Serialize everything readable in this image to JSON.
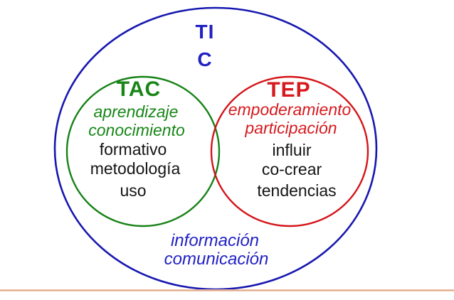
{
  "diagram": {
    "type": "venn",
    "description": "TIC TAC TEP Venn diagram"
  },
  "colors": {
    "blue": "#1717b0",
    "blue_text": "#2121c4",
    "green": "#178617",
    "red": "#d6191d",
    "black_text": "#141414",
    "divider_peach": "#dfa181",
    "background": "#ffffff"
  },
  "tic": {
    "title_line1": "TI",
    "title_line2": "C",
    "items": [
      "información",
      "comunicación"
    ]
  },
  "tac": {
    "title": "TAC",
    "subtitle": [
      "aprendizaje",
      "conocimiento"
    ],
    "terms": [
      "formativo",
      "metodología",
      "uso"
    ]
  },
  "tep": {
    "title": "TEP",
    "subtitle": [
      "empoderamiento",
      "participación"
    ],
    "terms": [
      "influir",
      "co-crear",
      "tendencias"
    ]
  }
}
